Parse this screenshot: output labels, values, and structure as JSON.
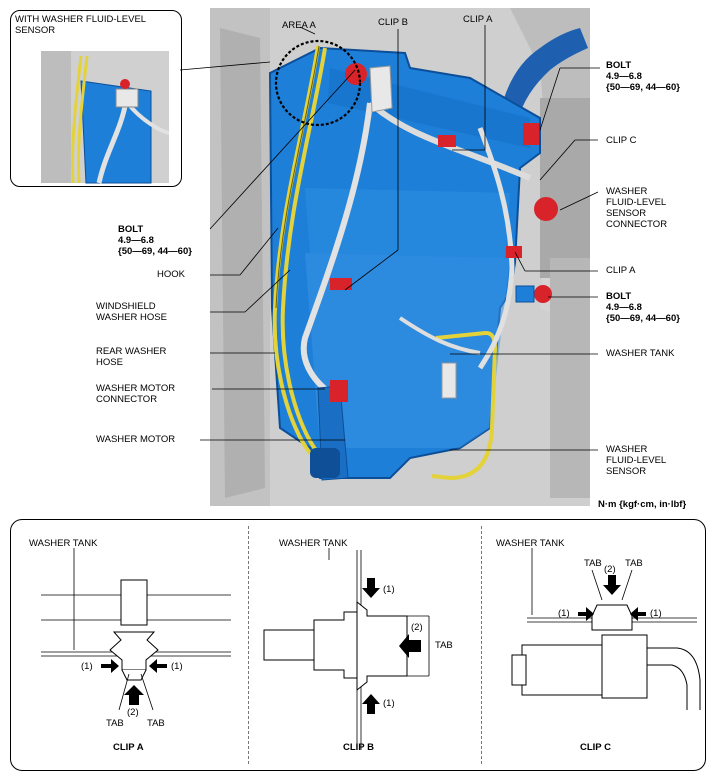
{
  "inset": {
    "title": "WITH WASHER FLUID-LEVEL\nSENSOR"
  },
  "labels": {
    "area_a": "AREA A",
    "clip_b": "CLIP B",
    "clip_a_top": "CLIP A",
    "bolt_top_right": "BOLT\n4.9—6.8\n{50—69, 44—60}",
    "clip_c": "CLIP C",
    "sensor_connector": "WASHER\nFLUID-LEVEL\nSENSOR\nCONNECTOR",
    "clip_a_right": "CLIP A",
    "bolt_right": "BOLT\n4.9—6.8\n{50—69, 44—60}",
    "washer_tank": "WASHER TANK",
    "fluid_level_sensor": "WASHER\nFLUID-LEVEL\nSENSOR",
    "torque_unit": "N·m {kgf·cm, in·lbf}",
    "bolt_left": "BOLT\n4.9—6.8\n{50—69, 44—60}",
    "hook": "HOOK",
    "windshield_hose": "WINDSHIELD\nWASHER HOSE",
    "rear_hose": "REAR WASHER\nHOSE",
    "motor_connector": "WASHER MOTOR\nCONNECTOR",
    "washer_motor": "WASHER MOTOR"
  },
  "details": {
    "clip_a": {
      "title": "CLIP A",
      "tank_label": "WASHER TANK",
      "arrow1_left": "(1)",
      "arrow1_right": "(1)",
      "arrow2": "(2)",
      "tab_left": "TAB",
      "tab_right": "TAB"
    },
    "clip_b": {
      "title": "CLIP B",
      "tank_label": "WASHER TANK",
      "arrow1_top": "(1)",
      "arrow1_bottom": "(1)",
      "arrow2": "(2)",
      "tab": "TAB"
    },
    "clip_c": {
      "title": "CLIP C",
      "tank_label": "WASHER TANK",
      "tab_left": "TAB",
      "tab_right": "TAB",
      "arrow2": "(2)",
      "arrow1_left": "(1)",
      "arrow1_right": "(1)"
    }
  },
  "colors": {
    "tank_blue": "#1e7fd8",
    "tank_dark": "#0b4f9a",
    "hose_yellow": "#e3d23a",
    "clip_red": "#d8232a",
    "engine_gray": "#c8c8c8"
  }
}
